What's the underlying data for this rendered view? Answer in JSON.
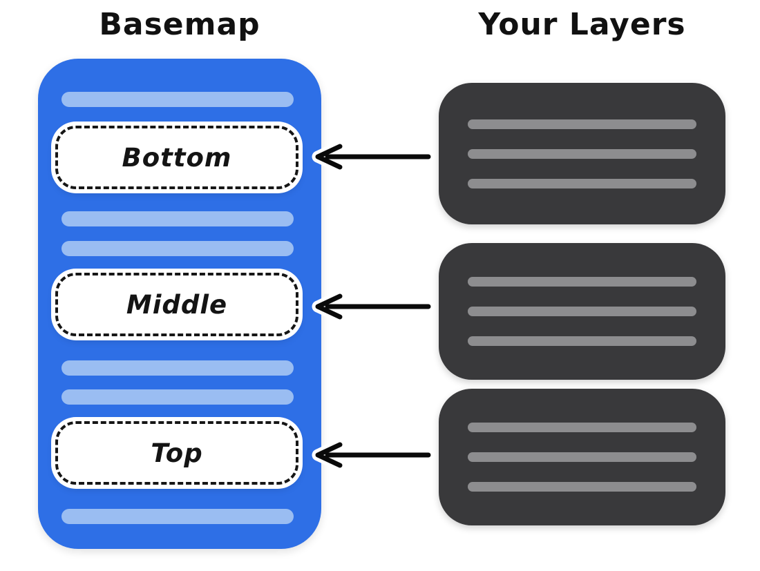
{
  "titles": {
    "basemap": "Basemap",
    "layers": "Your Layers"
  },
  "basemap": {
    "slots": [
      {
        "label": "Bottom"
      },
      {
        "label": "Middle"
      },
      {
        "label": "Top"
      }
    ],
    "placeholder_bar_count": 6
  },
  "layers": {
    "card_count": 3,
    "bars_per_card": 3
  },
  "colors": {
    "basemap_fill": "#2e6fe6",
    "basemap_bar": "#9abdf2",
    "layer_fill": "#39393b",
    "layer_bar": "#8d8d8f",
    "arrow_stroke": "#0a0a0a",
    "text": "#111111"
  }
}
